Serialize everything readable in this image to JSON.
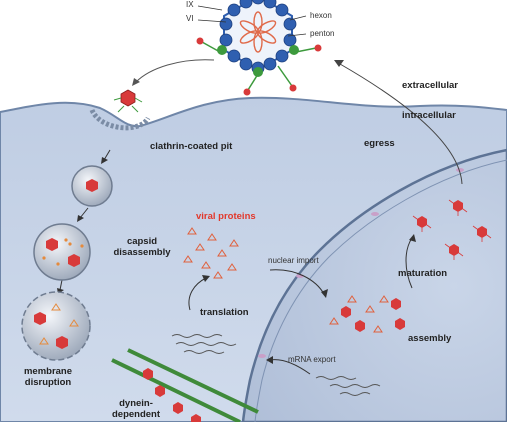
{
  "labels": {
    "ix": "IX",
    "vi": "VI",
    "hexon": "hexon",
    "penton": "penton",
    "extracellular": "extracellular",
    "intracellular": "intracellular",
    "clathrin_pit": "clathrin-coated pit",
    "egress": "egress",
    "capsid_disassembly_1": "capsid",
    "capsid_disassembly_2": "disassembly",
    "viral_proteins": "viral proteins",
    "nuclear_import": "nuclear import",
    "maturation": "maturation",
    "translation": "translation",
    "assembly": "assembly",
    "mrna_export": "mRNA export",
    "membrane_1": "membrane",
    "membrane_2": "disruption",
    "dynein_1": "dynein-",
    "dynein_2": "dependent"
  },
  "colors": {
    "cytoplasm": "#c5d2e6",
    "membrane": "#6f86a8",
    "nucleus": "#b8c6de",
    "hexon": "#2f5fb0",
    "penton": "#3d9a3d",
    "fiber_knob": "#d83a3a",
    "core_dna": "#e06a4a",
    "microtubule": "#3f8a3a",
    "label_red": "#e2382b"
  }
}
